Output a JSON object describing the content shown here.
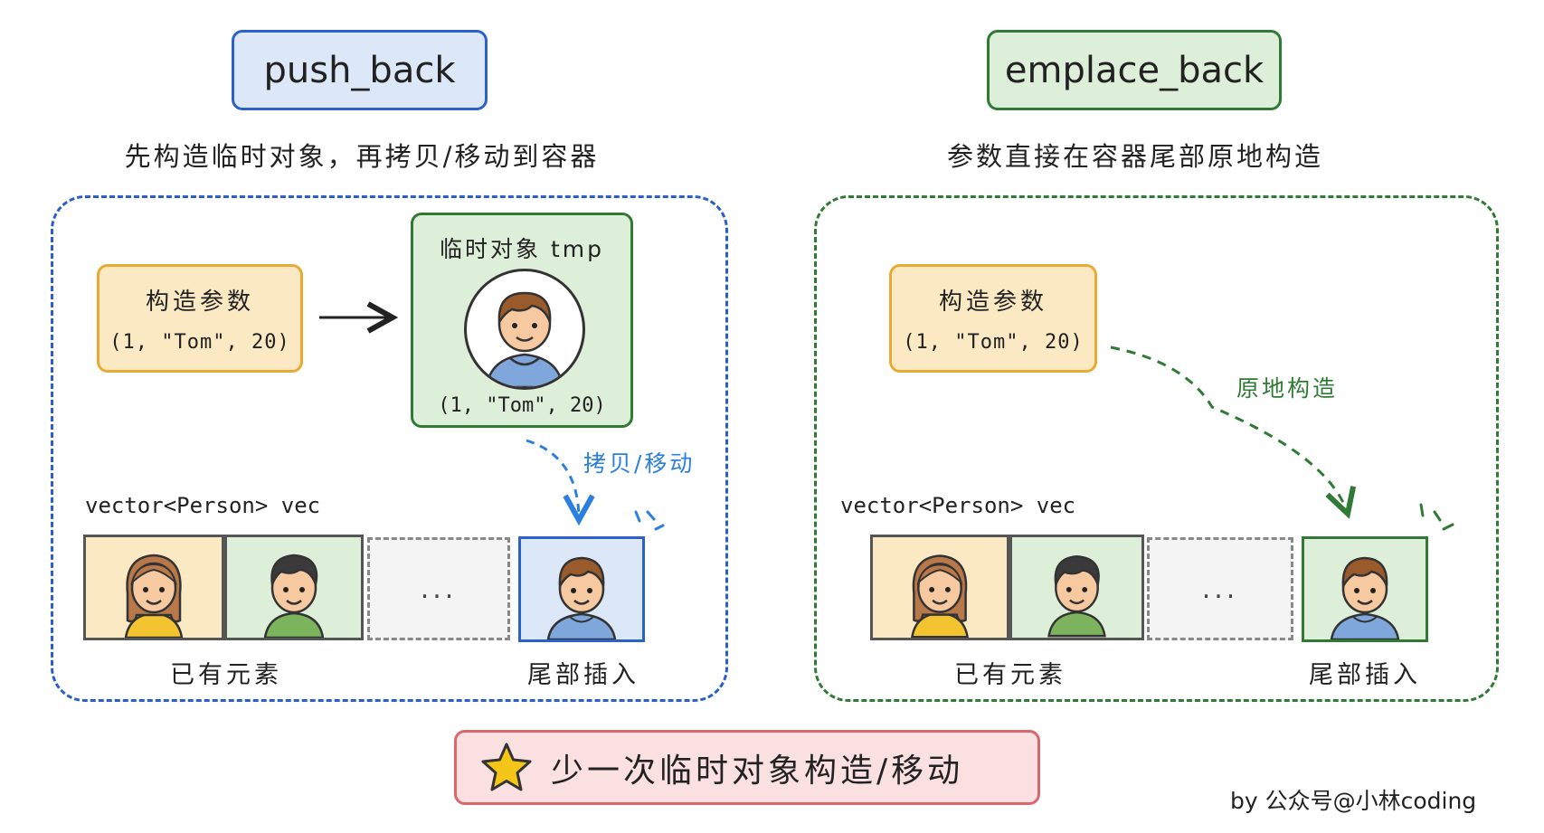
{
  "push": {
    "title": "push_back",
    "subtitle": "先构造临时对象，再拷贝/移动到容器",
    "param_title": "构造参数",
    "param_args": "(1, \"Tom\", 20)",
    "tmp_title": "临时对象 tmp",
    "tmp_args": "(1, \"Tom\", 20)",
    "arrow_label": "拷贝/移动",
    "vector_label": "vector<Person> vec",
    "ellipsis": "...",
    "existing_caption": "已有元素",
    "insert_caption": "尾部插入"
  },
  "emplace": {
    "title": "emplace_back",
    "subtitle": "参数直接在容器尾部原地构造",
    "param_title": "构造参数",
    "param_args": "(1, \"Tom\", 20)",
    "arrow_label": "原地构造",
    "vector_label": "vector<Person> vec",
    "ellipsis": "...",
    "existing_caption": "已有元素",
    "insert_caption": "尾部插入"
  },
  "summary": {
    "icon": "star-icon",
    "text": "少一次临时对象构造/移动"
  },
  "credit": "by 公众号@小林coding",
  "colors": {
    "blue": "#2a62c9",
    "green": "#2f7a34",
    "orange": "#eaa934",
    "red": "#d9676f"
  }
}
